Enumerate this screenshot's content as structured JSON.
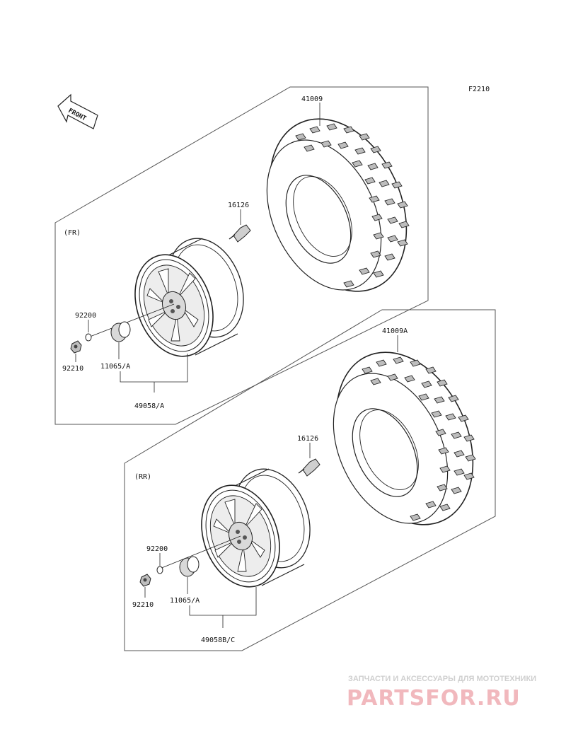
{
  "figure_code": "F2210",
  "front_label": "FRONT",
  "sections": [
    {
      "label": "(FR)",
      "parts": {
        "tire": "41009",
        "valve": "16126",
        "washer": "92200",
        "nut": "92210",
        "cap": "11065/A",
        "wheel": "49058/A"
      }
    },
    {
      "label": "(RR)",
      "parts": {
        "tire": "41009A",
        "valve": "16126",
        "washer": "92200",
        "nut": "92210",
        "cap": "11065/A",
        "wheel": "49058B/C"
      }
    }
  ],
  "watermark": {
    "tagline": "ЗАПЧАСТИ И АКСЕССУАРЫ ДЛЯ МОТОТЕХНИКИ",
    "brand": "PARTSFOR.RU"
  }
}
